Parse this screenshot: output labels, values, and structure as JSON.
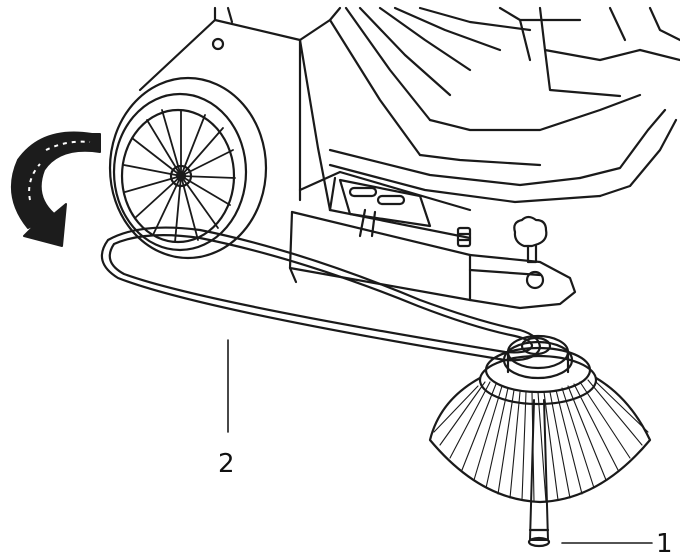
{
  "diagram": {
    "callouts": [
      {
        "id": "1",
        "label": "1"
      },
      {
        "id": "2",
        "label": "2"
      }
    ],
    "colors": {
      "line": "#1a1a1a",
      "arrow": "#1c1c1c",
      "background": "#ffffff"
    },
    "icons": {
      "rotation": "curved-rotation-arrow-icon"
    }
  }
}
